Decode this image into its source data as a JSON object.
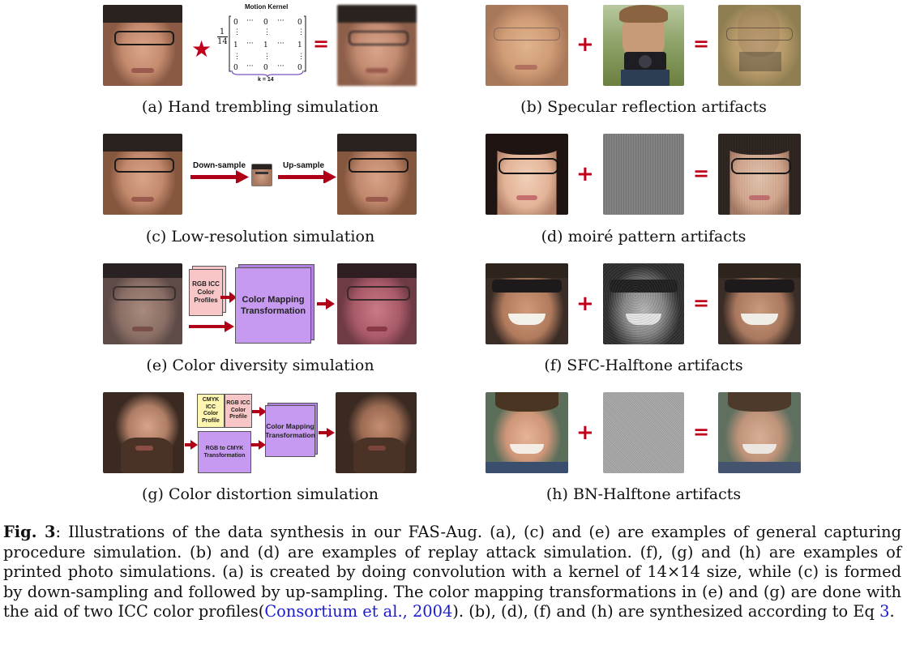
{
  "panels": {
    "a": {
      "caption": "(a) Hand trembling simulation",
      "kernel_title": "Motion Kernel",
      "kernel_frac_num": "1",
      "kernel_frac_den": "14",
      "kernel_k": "k = 14"
    },
    "b": {
      "caption": "(b) Specular reflection artifacts"
    },
    "c": {
      "caption": "(c) Low-resolution simulation",
      "down_label": "Down-sample",
      "up_label": "Up-sample"
    },
    "d": {
      "caption": "(d) moiré pattern artifacts"
    },
    "e": {
      "caption": "(e) Color diversity simulation",
      "icc_box": "RGB ICC Color Profiles",
      "mapping_box": "Color Mapping Transformation"
    },
    "f": {
      "caption": "(f) SFC-Halftone artifacts"
    },
    "g": {
      "caption": "(g) Color distortion simulation",
      "cmyk_icc_box": "CMYK ICC Color Profile",
      "rgb_icc_box": "RGB ICC Color Profile",
      "rgb_to_cmyk_box": "RGB to CMYK Transformation",
      "mapping_box": "Color Mapping Transformation"
    },
    "h": {
      "caption": "(h) BN-Halftone artifacts"
    }
  },
  "operators": {
    "star": "★",
    "plus": "+",
    "equals": "="
  },
  "figure_caption": {
    "label": "Fig. 3",
    "text_1": ": Illustrations of the data synthesis in our FAS-Aug. (a), (c) and (e) are examples of general capturing procedure simulation. (b) and (d) are examples of replay attack simulation. (f), (g) and (h) are examples of printed photo simulations. (a) is created by doing convolution with a kernel of 14×14 size, while (c) is formed by down-sampling and followed by up-sampling. The color mapping transformations in (e) and (g) are done with the aid of two ICC color profiles(",
    "cite": "Consortium et al., 2004",
    "text_2": "). (b), (d), (f) and (h) are synthesized according to Eq ",
    "eq_ref": "3",
    "text_3": "."
  },
  "colors": {
    "operator_red": "#c0001a",
    "link_blue": "#1a1ad0",
    "pink_box": "#f8c6c6",
    "purple_box": "#c69af0",
    "yellow_box": "#fdf5b0"
  }
}
